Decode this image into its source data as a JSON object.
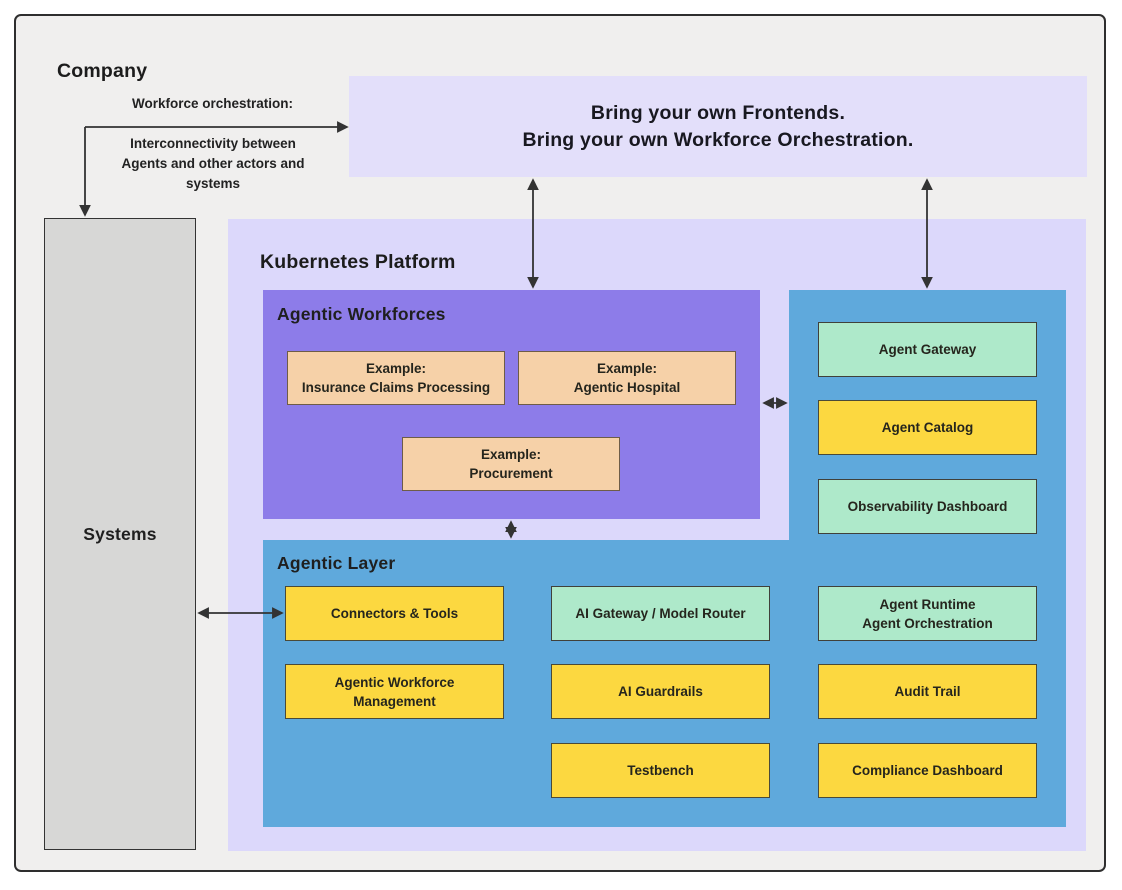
{
  "company": {
    "label": "Company"
  },
  "annotations": {
    "workforce_orchestration": "Workforce orchestration:",
    "interconnectivity": "Interconnectivity between\nAgents and other actors and\nsystems"
  },
  "frontends": {
    "line1": "Bring your own Frontends.",
    "line2": "Bring your own Workforce Orchestration."
  },
  "systems": {
    "label": "Systems"
  },
  "platform": {
    "label": "Kubernetes Platform",
    "workforces": {
      "label": "Agentic Workforces",
      "examples": [
        {
          "label": "Example:\nInsurance Claims Processing"
        },
        {
          "label": "Example:\nAgentic Hospital"
        },
        {
          "label": "Example:\nProcurement"
        }
      ]
    },
    "services": {
      "items": [
        {
          "label": "Agent Gateway",
          "type": "mint"
        },
        {
          "label": "Agent Catalog",
          "type": "yellow"
        },
        {
          "label": "Observability Dashboard",
          "type": "mint"
        }
      ]
    },
    "layer": {
      "label": "Agentic Layer",
      "items": [
        {
          "label": "Connectors & Tools",
          "type": "yellow"
        },
        {
          "label": "AI Gateway / Model Router",
          "type": "mint"
        },
        {
          "label": "Agent Runtime\nAgent Orchestration",
          "type": "mint"
        },
        {
          "label": "Agentic Workforce\nManagement",
          "type": "yellow"
        },
        {
          "label": "AI Guardrails",
          "type": "yellow"
        },
        {
          "label": "Audit Trail",
          "type": "yellow"
        },
        {
          "label": "Testbench",
          "type": "yellow"
        },
        {
          "label": "Compliance Dashboard",
          "type": "yellow"
        }
      ]
    }
  },
  "colors": {
    "lavender": "#e3dffa",
    "purple": "#8d7ce9",
    "blue": "#5fa9dc",
    "mint": "#aee9ca",
    "yellow": "#fcd840",
    "peach": "#f6d1a8",
    "arrow": "#333333"
  }
}
